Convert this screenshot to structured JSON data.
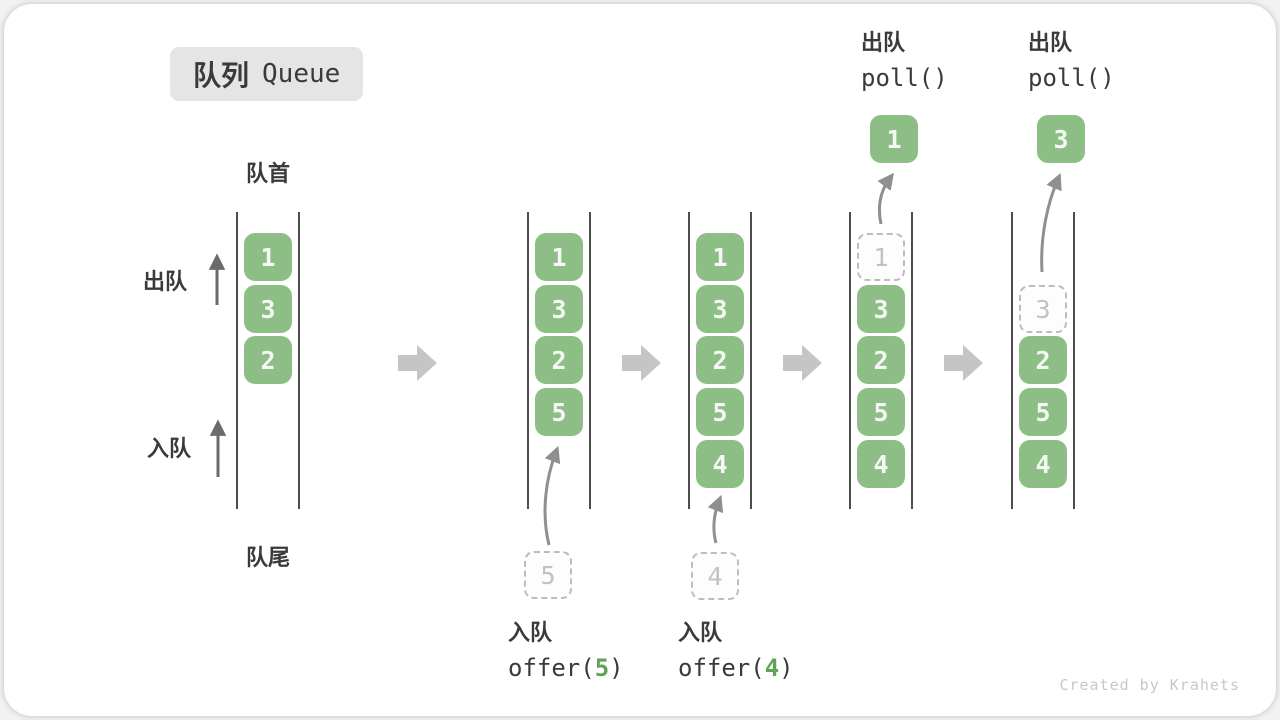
{
  "title": {
    "zh": "队列",
    "en": "Queue"
  },
  "labels": {
    "front": "队首",
    "rear": "队尾",
    "dequeue_side": "出队",
    "enqueue_side": "入队"
  },
  "queues": [
    {
      "cells": [
        "1",
        "3",
        "2"
      ]
    },
    {
      "cells": [
        "1",
        "3",
        "2",
        "5"
      ],
      "incoming": "5",
      "action": {
        "zh": "入队",
        "fn": "offer(",
        "arg": "5",
        "close": ")"
      }
    },
    {
      "cells": [
        "1",
        "3",
        "2",
        "5",
        "4"
      ],
      "incoming": "4",
      "action": {
        "zh": "入队",
        "fn": "offer(",
        "arg": "4",
        "close": ")"
      }
    },
    {
      "removed": "1",
      "cells": [
        "3",
        "2",
        "5",
        "4"
      ],
      "outgoing": "1",
      "action": {
        "zh": "出队",
        "fn": "poll()"
      }
    },
    {
      "removed": "3",
      "cells": [
        "2",
        "5",
        "4"
      ],
      "outgoing": "3",
      "action": {
        "zh": "出队",
        "fn": "poll()"
      }
    }
  ],
  "watermark": "Created by Krahets",
  "colors": {
    "box_green": "#8dbe85",
    "badge_bg": "#e5e5e5",
    "label_dark": "#3a3a3a",
    "rail": "#4d4d4d",
    "dashed_border": "#bdbdbd",
    "dashed_text": "#c2c2c2",
    "arrow_gray": "#8f8f8f",
    "side_arrow": "#6b6b6b",
    "block_arrow": "#c5c5c5",
    "code_green": "#61a158",
    "watermark": "#c8c8c8"
  }
}
